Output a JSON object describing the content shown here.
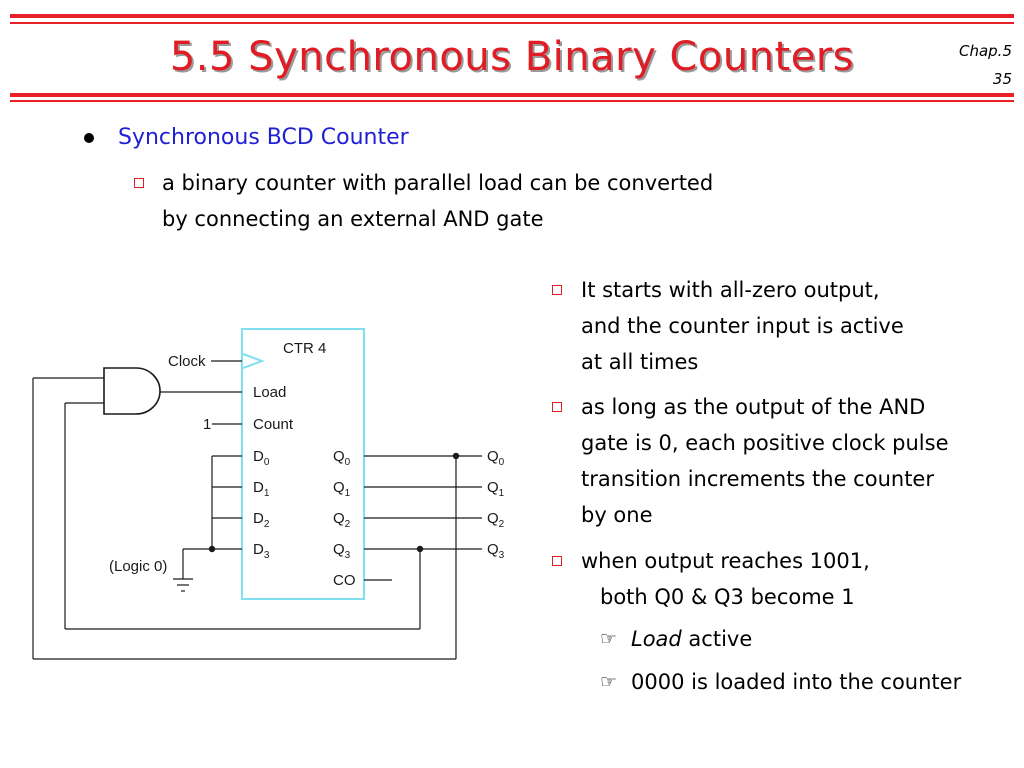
{
  "header": {
    "title": "5.5 Synchronous Binary Counters",
    "chapter": "Chap.5",
    "page": "35"
  },
  "bullets": {
    "main": "Synchronous BCD Counter",
    "sub1_line1": "a binary counter with parallel load can be converted",
    "sub1_line2": "by connecting an external AND gate"
  },
  "notes": {
    "n1_line1": "It starts with all-zero output,",
    "n1_line2": "and the counter input is active",
    "n1_line3": "at all times",
    "n2_line1": "as long as the output of the AND",
    "n2_line2": "gate is 0, each positive clock pulse",
    "n2_line3": "transition increments the counter",
    "n2_line4": "by one",
    "n3_line1": "when output reaches 1001,",
    "n3_line2": "both Q0 & Q3 become 1",
    "n3_sub1_italic": "Load",
    "n3_sub1_rest": " active",
    "n3_sub2": "0000 is loaded into the counter"
  },
  "diagram": {
    "chip_label": "CTR 4",
    "clock_label": "Clock",
    "load_label": "Load",
    "count_label": "Count",
    "count_input": "1",
    "logic_label": "(Logic 0)",
    "inputs": [
      {
        "base": "D",
        "sub": "0"
      },
      {
        "base": "D",
        "sub": "1"
      },
      {
        "base": "D",
        "sub": "2"
      },
      {
        "base": "D",
        "sub": "3"
      }
    ],
    "outputs": [
      {
        "base": "Q",
        "sub": "0"
      },
      {
        "base": "Q",
        "sub": "1"
      },
      {
        "base": "Q",
        "sub": "2"
      },
      {
        "base": "Q",
        "sub": "3"
      }
    ],
    "carry_label": "CO",
    "chip_border_color": "#7fe0f0"
  },
  "colors": {
    "title": "#e01c24",
    "rule": "#e8202a",
    "accent_text": "#1f1fd6",
    "square_bullet": "#e01c24"
  },
  "icons": {
    "main_bullet": "filled-circle-bullet-icon",
    "sub_bullet": "hollow-square-bullet-icon",
    "pointer": "pointing-hand-icon"
  }
}
